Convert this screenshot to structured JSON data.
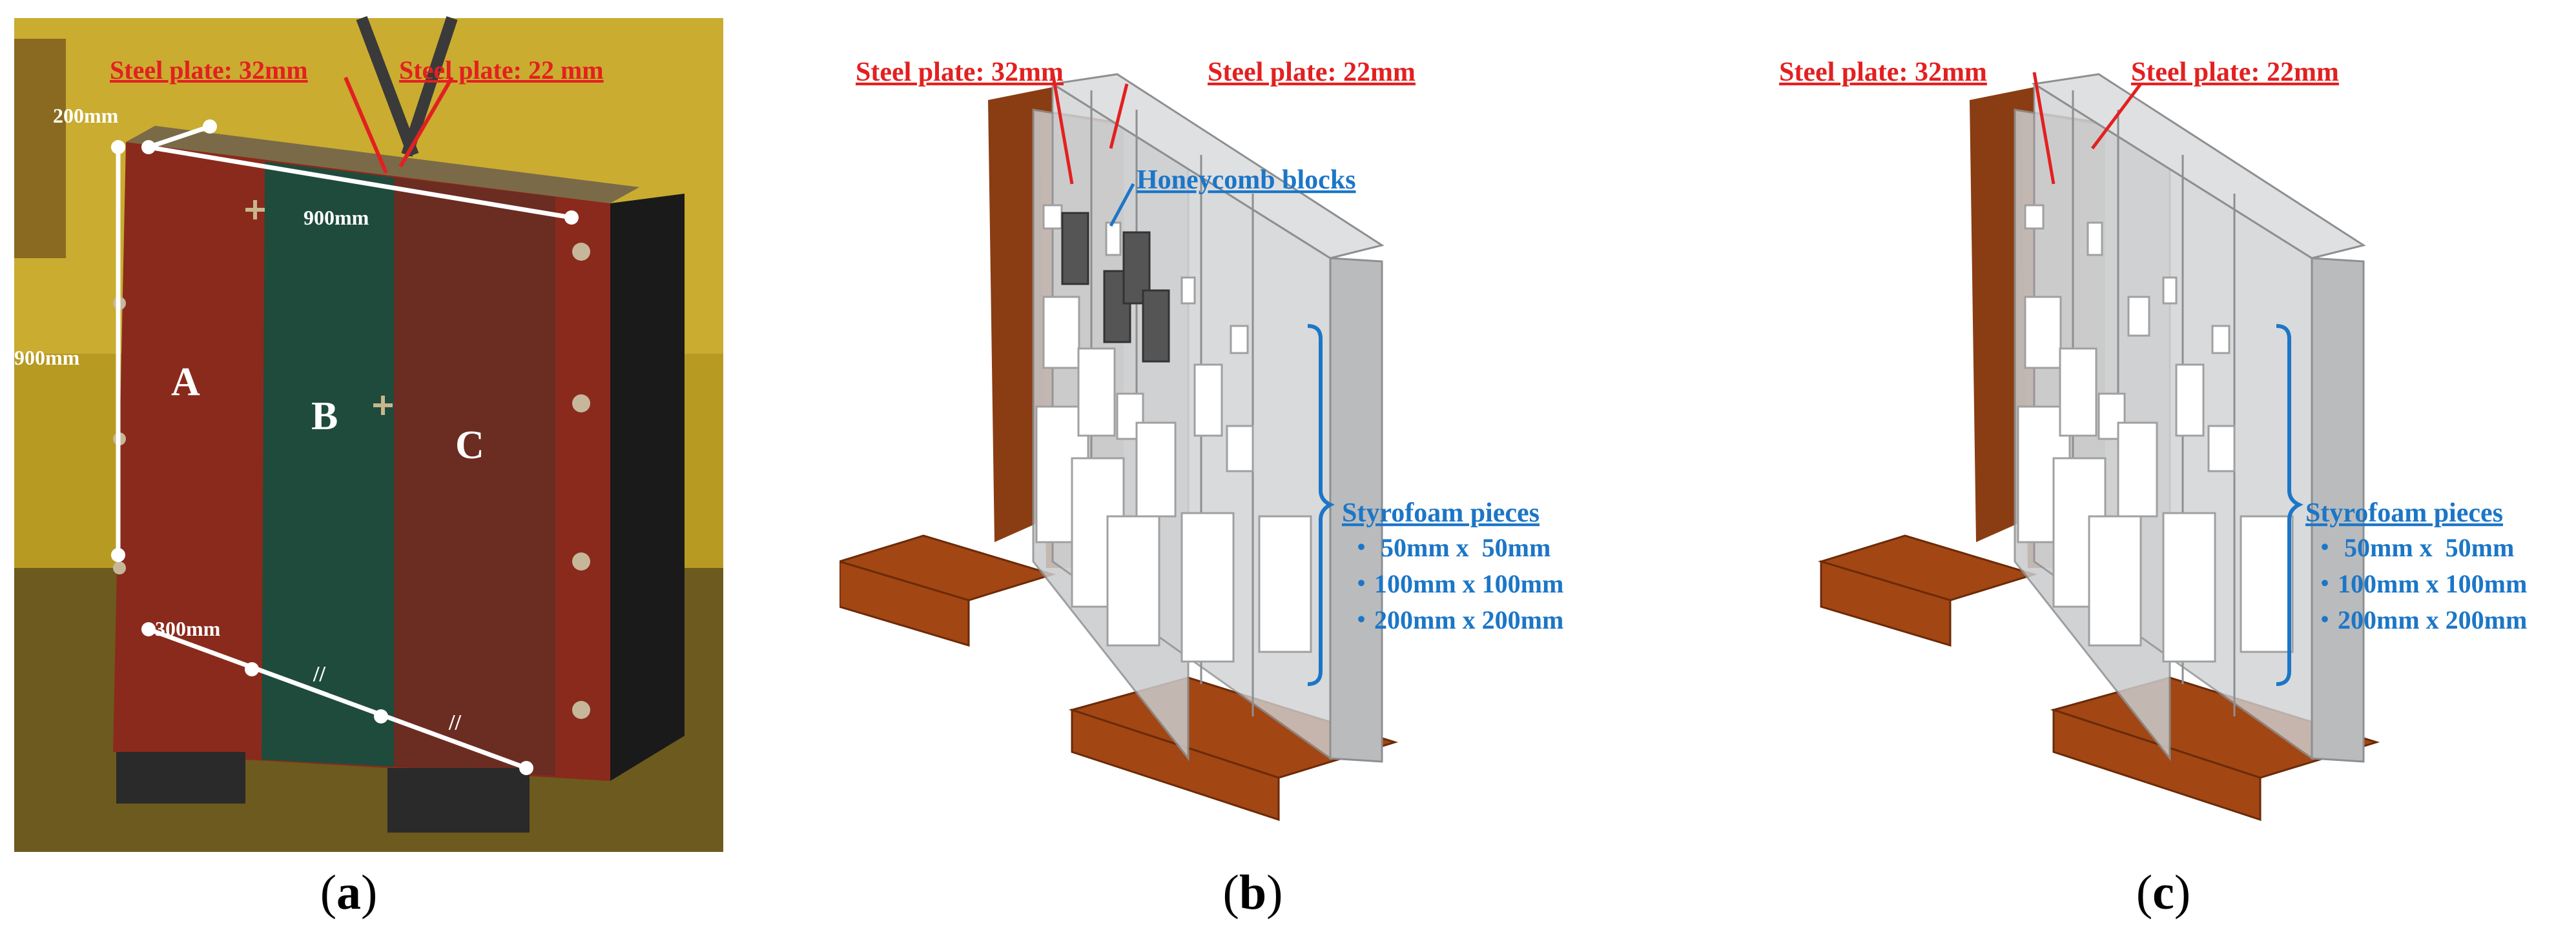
{
  "colors": {
    "steel_red": "#e32020",
    "annot_blue": "#1c76c7",
    "rust": "#a24614",
    "glass": "#c9cbcd",
    "dark_block": "#555555"
  },
  "panel_a": {
    "steel_32": "Steel plate: 32mm",
    "steel_22": "Steel plate: 22 mm",
    "dim_200": "200mm",
    "dim_900_top": "900mm",
    "dim_900_left": "900mm",
    "dim_300": "300mm",
    "break_mark": "//",
    "zone_a": "A",
    "zone_b": "B",
    "zone_c": "C",
    "caption_open": "(",
    "caption_letter": "a",
    "caption_close": ")"
  },
  "panel_b": {
    "steel_32": "Steel plate: 32mm",
    "steel_22": "Steel plate: 22mm",
    "honeycomb": "Honeycomb blocks",
    "styrofoam": "Styrofoam pieces",
    "sizes": [
      "・ 50mm x  50mm",
      "・100mm x 100mm",
      "・200mm x 200mm"
    ],
    "caption_open": "(",
    "caption_letter": "b",
    "caption_close": ")"
  },
  "panel_c": {
    "steel_32": "Steel plate: 32mm",
    "steel_22": "Steel plate: 22mm",
    "styrofoam": "Styrofoam pieces",
    "sizes": [
      "・ 50mm x  50mm",
      "・100mm x 100mm",
      "・200mm x 200mm"
    ],
    "caption_open": "(",
    "caption_letter": "c",
    "caption_close": ")"
  }
}
